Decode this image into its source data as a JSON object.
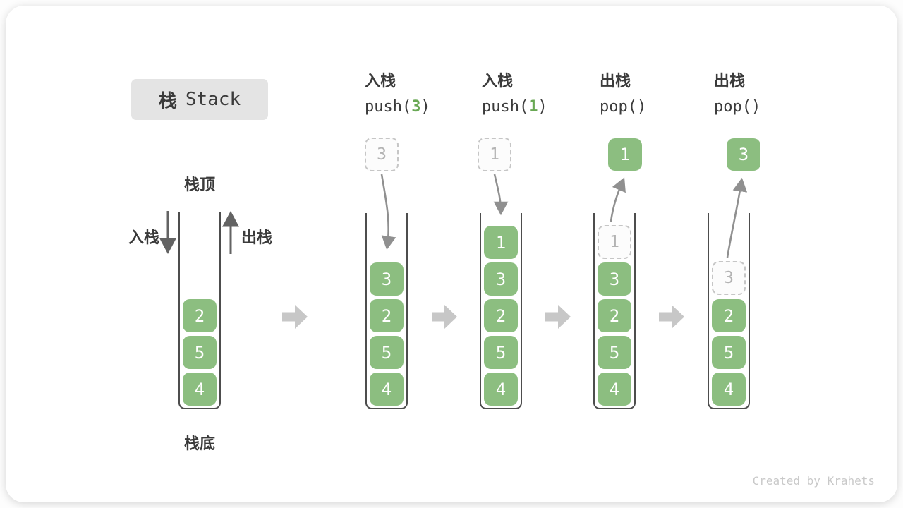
{
  "page": {
    "title_cn": "栈",
    "title_en": "Stack",
    "footer": "Created by Krahets"
  },
  "legend": {
    "stack_top": "栈顶",
    "stack_bottom": "栈底",
    "push_label": "入栈",
    "pop_label": "出栈"
  },
  "colors": {
    "item_green": "#8cbe80",
    "code_arg_green": "#69a854",
    "title_bg": "#e4e4e4",
    "stack_wall": "#4d4d4d",
    "flow_arrow_gray": "#c7c7c7",
    "curve_arrow_gray": "#909090",
    "straight_arrow_gray": "#636363",
    "ghost_border": "#c6c6c6",
    "footer_gray": "#c9c9c9",
    "text_dark": "#3b3b3b"
  },
  "stages": [
    {
      "name": "initial",
      "items": [
        "2",
        "5",
        "4"
      ]
    },
    {
      "name": "push-3",
      "op": "入栈",
      "code_pre": "push(",
      "code_arg": "3",
      "code_post": ")",
      "ghost": "3",
      "items": [
        "3",
        "2",
        "5",
        "4"
      ]
    },
    {
      "name": "push-1",
      "op": "入栈",
      "code_pre": "push(",
      "code_arg": "1",
      "code_post": ")",
      "ghost": "1",
      "items": [
        "1",
        "3",
        "2",
        "5",
        "4"
      ]
    },
    {
      "name": "pop-1",
      "op": "出栈",
      "code_pre": "pop(",
      "code_arg": "",
      "code_post": ")",
      "popped": "1",
      "ghost": "1",
      "items": [
        "3",
        "2",
        "5",
        "4"
      ]
    },
    {
      "name": "pop-3",
      "op": "出栈",
      "code_pre": "pop(",
      "code_arg": "",
      "code_post": ")",
      "popped": "3",
      "ghost": "3",
      "items": [
        "2",
        "5",
        "4"
      ]
    }
  ]
}
